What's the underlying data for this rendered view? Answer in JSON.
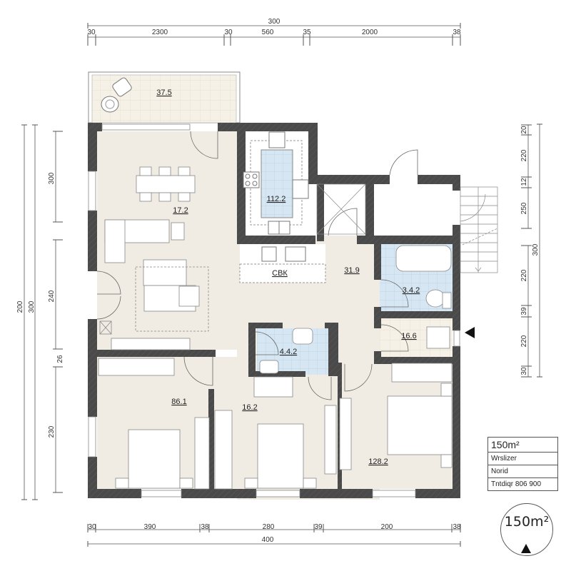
{
  "plan": {
    "total_area": "150m²",
    "colors": {
      "wall": "#4a4a4a",
      "floor_living": "#f1ece3",
      "floor_wet": "#d6e7f3",
      "floor_terrace": "#f6f1e6",
      "background": "#ffffff"
    }
  },
  "dimensions": {
    "top_total": "300",
    "top_segments": [
      "30",
      "2300",
      "30",
      "560",
      "35",
      "2000",
      "38"
    ],
    "bottom_segments": [
      "30",
      "390",
      "38",
      "280",
      "39",
      "200",
      "38"
    ],
    "bottom_total": "400",
    "left_outer_1": "200",
    "left_outer_2": "300",
    "left_segments": [
      "300",
      "240",
      "26",
      "230"
    ],
    "right_segments": [
      "20",
      "220",
      "12",
      "250",
      "220",
      "39",
      "220",
      "30"
    ],
    "right_total": "300"
  },
  "rooms": [
    {
      "id": "terrace",
      "label": "37.5"
    },
    {
      "id": "living-dining",
      "label": "17.2"
    },
    {
      "id": "kitchen",
      "label": "112.2"
    },
    {
      "id": "pantry",
      "label": "СВК"
    },
    {
      "id": "hall",
      "label": "31.9"
    },
    {
      "id": "bathroom",
      "label": "3.4.2"
    },
    {
      "id": "wc",
      "label": "16.6"
    },
    {
      "id": "shower-room",
      "label": "4.4.2"
    },
    {
      "id": "bedroom-1",
      "label": "86.1"
    },
    {
      "id": "bedroom-2",
      "label": "16.2"
    },
    {
      "id": "master-bedroom",
      "label": "128.2"
    }
  ],
  "legend": {
    "area": "150m²",
    "row1": "Wrslizer",
    "row2": "Norid",
    "row3": "Tntdiqr 806 900"
  },
  "compass": {
    "label": "150m²"
  }
}
